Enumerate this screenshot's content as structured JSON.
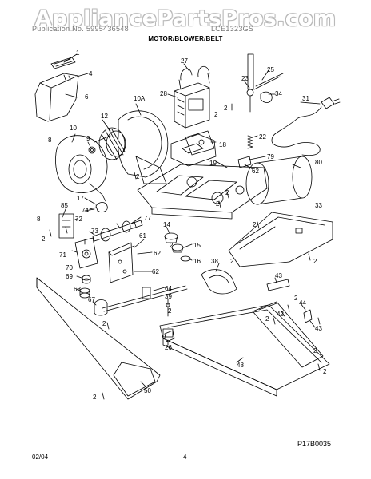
{
  "watermark": "AppliancePartsPros.com",
  "header": {
    "publication_label": "Publication No. 5995436548",
    "model_label": "LCE1323GS",
    "section_title": "MOTOR/BLOWER/BELT"
  },
  "figure_code": "P17B0035",
  "footer": {
    "date": "02/04",
    "page": "4"
  },
  "callouts": [
    "1",
    "4",
    "6",
    "10",
    "10A",
    "12",
    "9",
    "8",
    "2",
    "27",
    "28",
    "23",
    "25",
    "34",
    "31",
    "22",
    "18",
    "79",
    "62",
    "80",
    "19",
    "17",
    "74",
    "72",
    "85",
    "8",
    "73",
    "77",
    "71",
    "70",
    "14",
    "15",
    "61",
    "62",
    "16",
    "62",
    "33",
    "69",
    "68",
    "64",
    "38",
    "43",
    "67",
    "39",
    "2",
    "42",
    "44",
    "26",
    "50",
    "48",
    "43",
    "2",
    "2",
    "2",
    "2",
    "2",
    "2",
    "2",
    "2",
    "2",
    "2",
    "2",
    "2",
    "2",
    "2",
    "2"
  ]
}
